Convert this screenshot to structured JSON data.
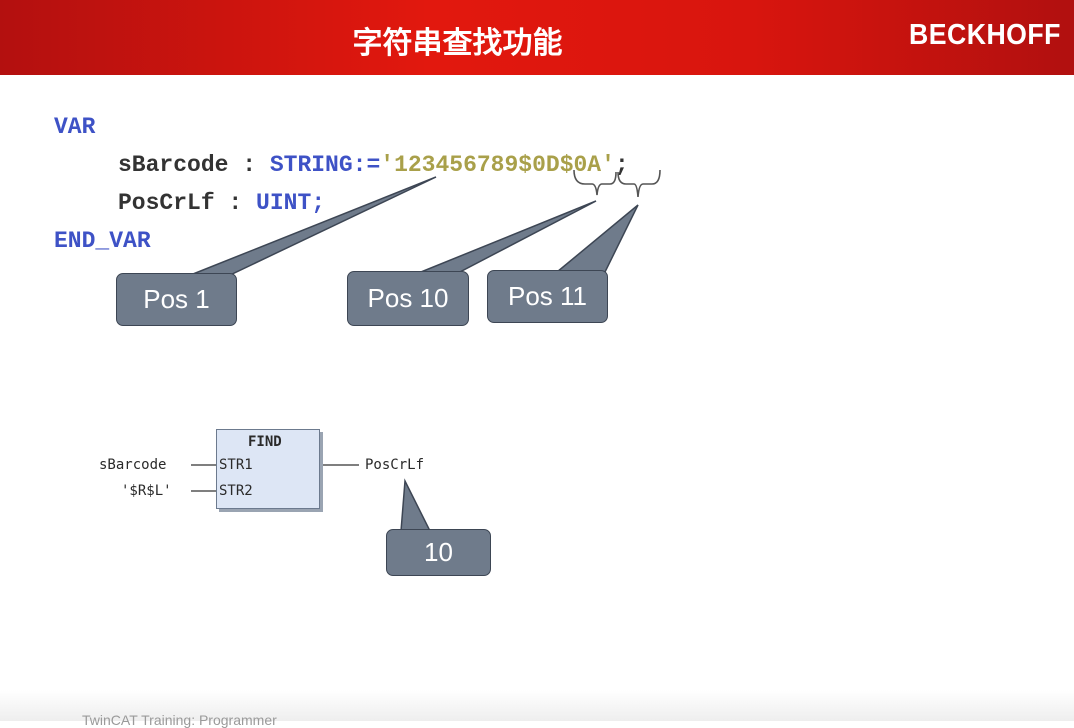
{
  "slide": {
    "title": "字符串查找功能",
    "brand": "BECKHOFF"
  },
  "code": {
    "var_kw": "VAR",
    "line1_name": "sBarcode",
    "line1_sep": " : ",
    "line1_type": "STRING:=",
    "line1_value": "'123456789$0D$0A'",
    "line1_end": ";",
    "line2_name": "PosCrLf",
    "line2_sep": " : ",
    "line2_type": "UINT;",
    "end_kw": "END_VAR"
  },
  "callouts": {
    "pos1": "Pos 1",
    "pos10": "Pos 10",
    "pos11": "Pos 11",
    "result": "10"
  },
  "function_block": {
    "name": "FIND",
    "in1_label": "sBarcode",
    "in1_pin": "STR1",
    "in2_label": "'$R$L'",
    "in2_pin": "STR2",
    "out_label": "PosCrLf"
  },
  "footer": {
    "text": "TwinCAT Training: Programmer"
  },
  "colors": {
    "header_red": "#e2180e",
    "keyword_blue": "#3e52c6",
    "string_olive": "#a9a04a",
    "callout_gray": "#6f7b8b"
  }
}
